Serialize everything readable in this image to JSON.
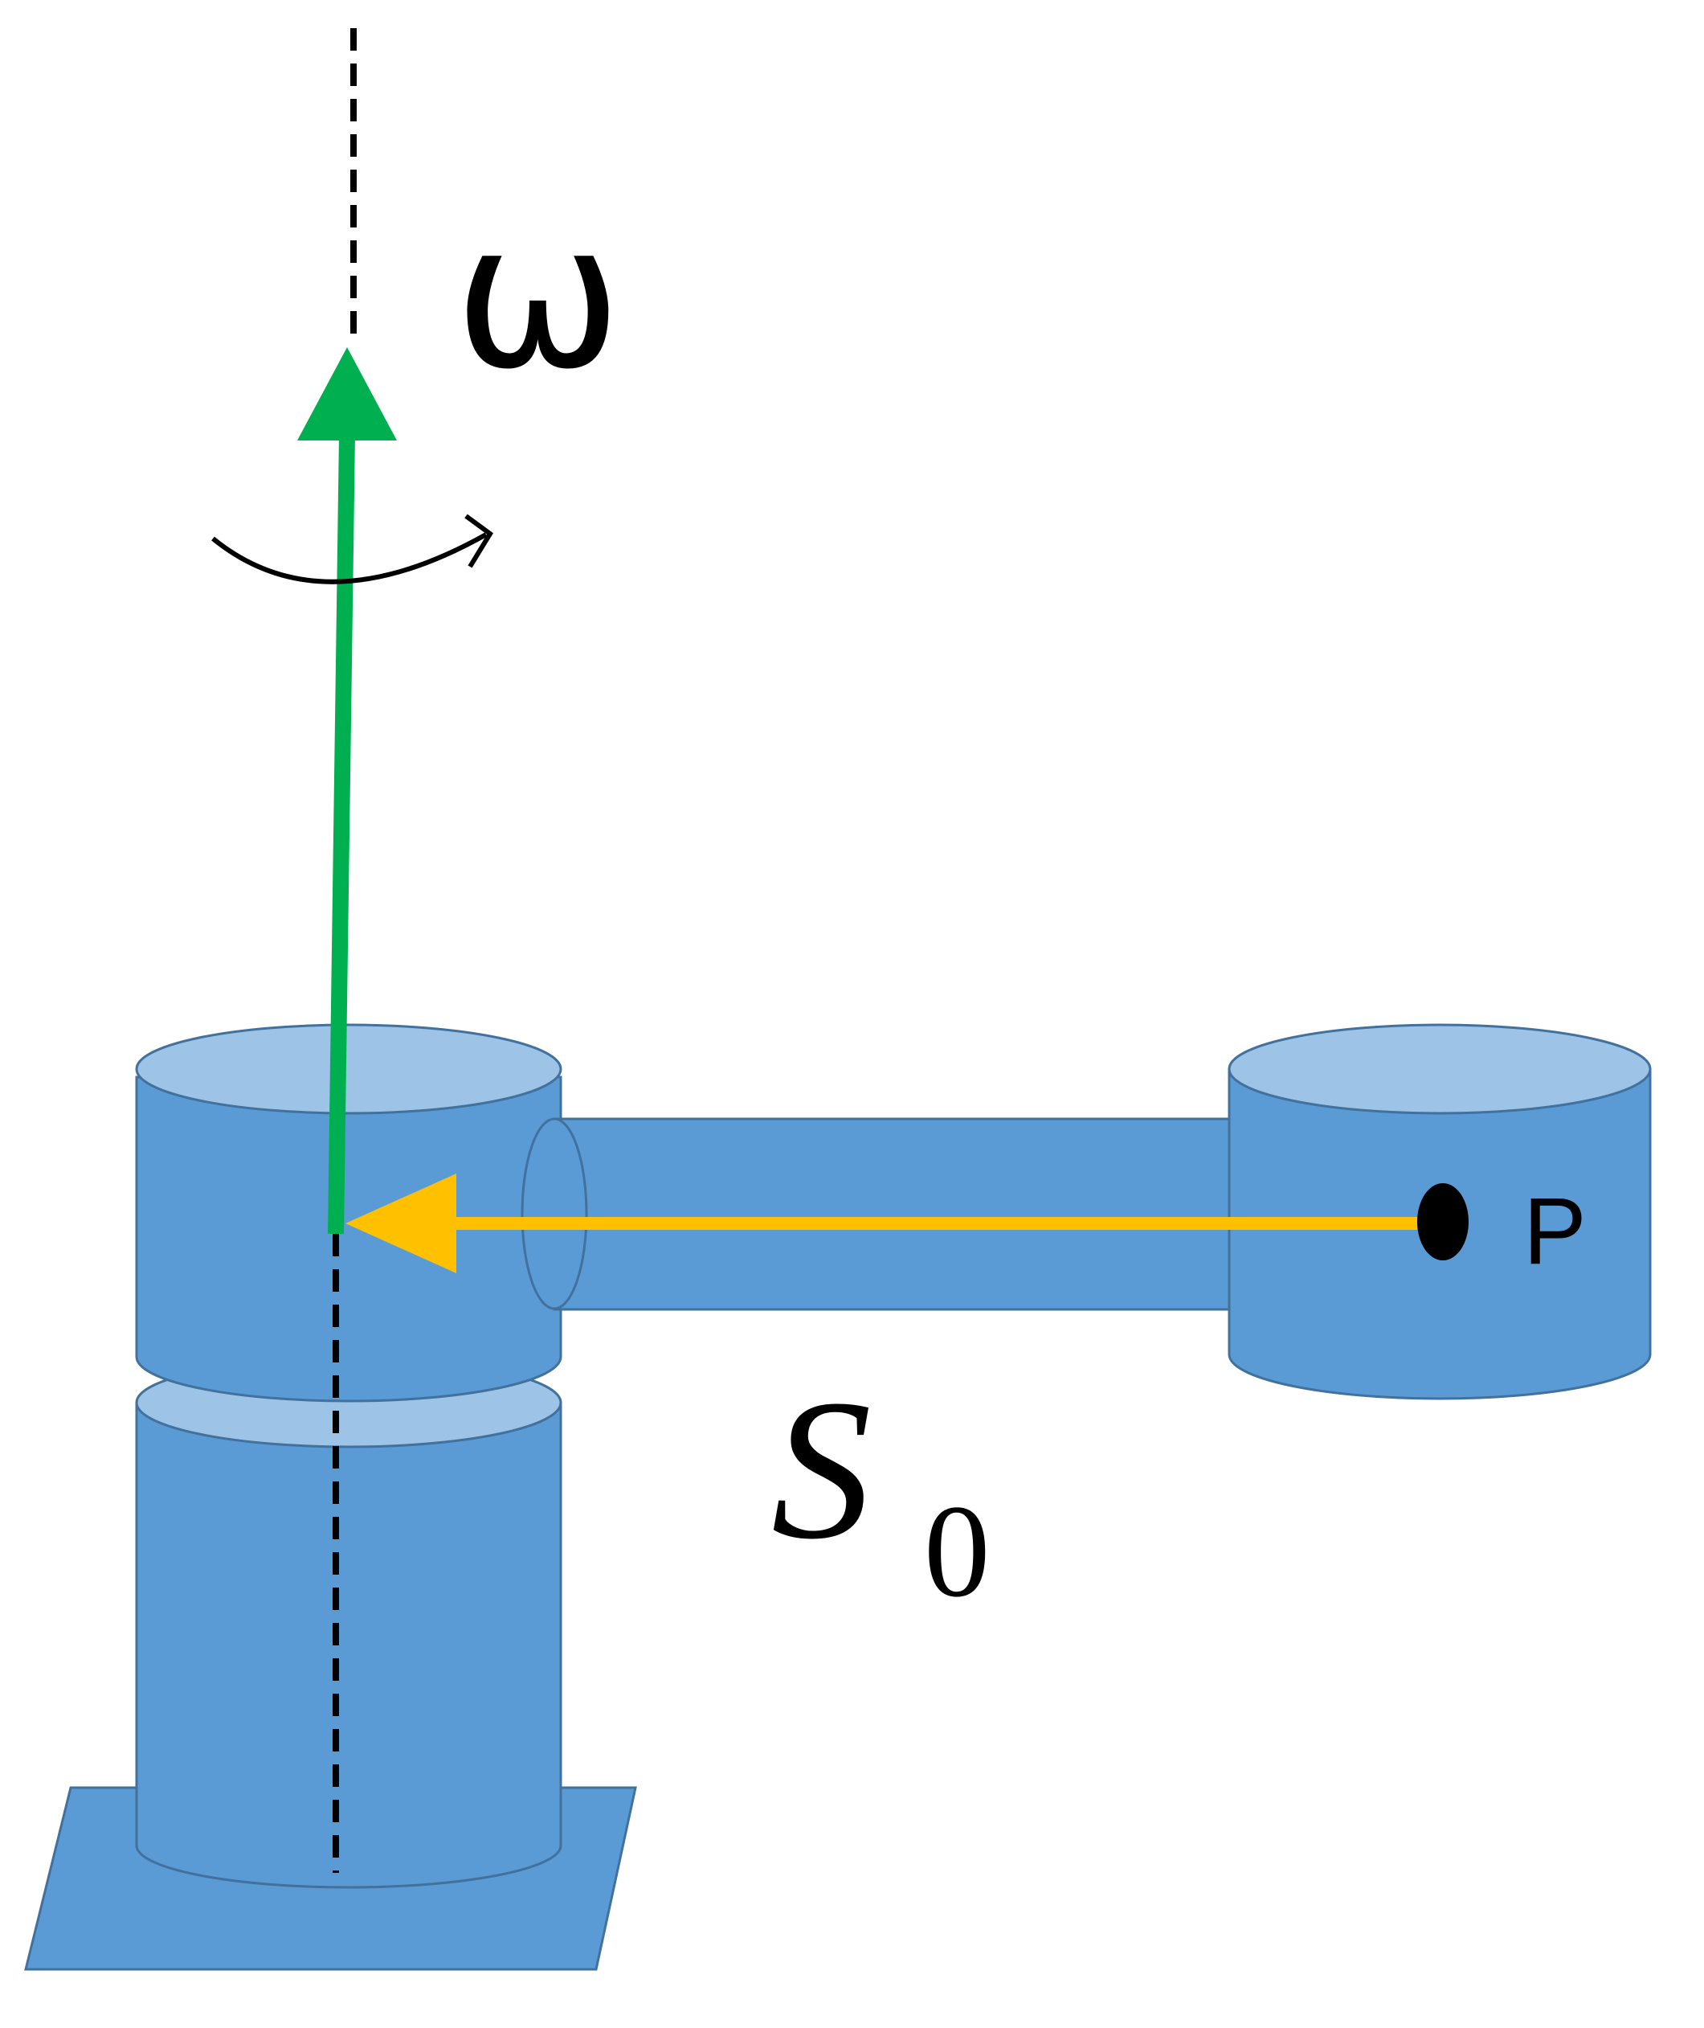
{
  "labels": {
    "omega": "ω",
    "point": "P",
    "displacement": "S",
    "displacement_subscript": "0"
  },
  "colors": {
    "body_fill": "#5b9bd5",
    "body_top_fill": "#9dc3e6",
    "body_stroke": "#41719c",
    "omega_arrow": "#00b050",
    "position_arrow": "#ffc000",
    "axis_line": "#000000",
    "rotation_arrow": "#000000",
    "point_marker": "#000000"
  },
  "icons": {
    "rotation": "curved-rotation-arrow",
    "axis": "dashed-rotation-axis"
  }
}
